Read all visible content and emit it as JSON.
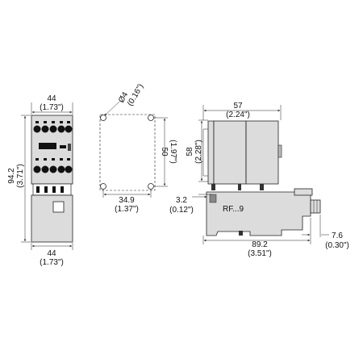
{
  "front_view": {
    "top_width_mm": "44",
    "top_width_in": "(1.73\")",
    "height_mm": "94.2",
    "height_in": "(3.71\")",
    "bottom_width_mm": "44",
    "bottom_width_in": "(1.73\")"
  },
  "mounting_view": {
    "hole_dia_mm": "Ø4",
    "hole_dia_in": "(0.16\")",
    "hole_vertical_mm": "50",
    "hole_vertical_in": "(1.97\")",
    "hole_horizontal_mm": "34.9",
    "hole_horizontal_in": "(1.37\")"
  },
  "side_view": {
    "top_width_mm": "57",
    "top_width_in": "(2.24\")",
    "upper_height_mm": "58",
    "upper_height_in": "(2.28\")",
    "relay_label": "RF...9",
    "offset_mm": "3.2",
    "offset_in": "(0.12\")",
    "total_width_mm": "89.2",
    "total_width_in": "(3.51\")",
    "pin_mm": "7.6",
    "pin_in": "(0.30\")"
  }
}
